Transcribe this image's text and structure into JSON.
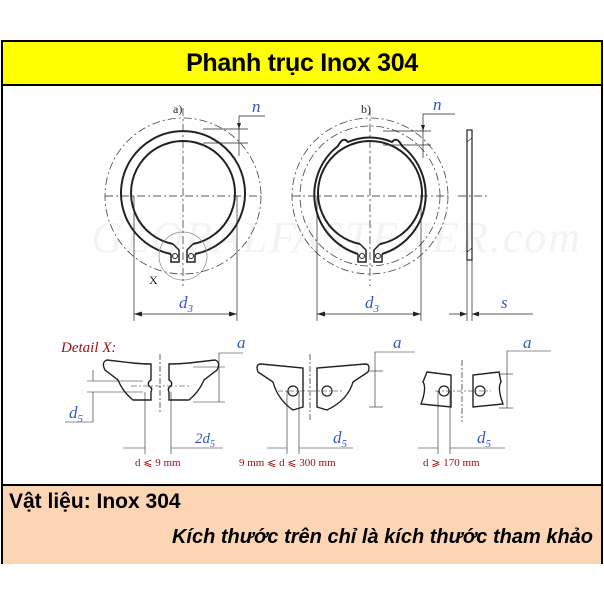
{
  "header": {
    "title": "Phanh trục Inox 304",
    "background_color": "#ffff00"
  },
  "drawing": {
    "watermark": "GLOBALFASTENER.com",
    "view_a": {
      "label": "a)",
      "dim_n": "n",
      "dim_d3": "d",
      "dim_d3_sub": "3",
      "detail_marker": "X"
    },
    "view_b": {
      "label": "b)",
      "dim_n": "n",
      "dim_d3": "d",
      "dim_d3_sub": "3"
    },
    "side_view": {
      "dim_s": "s"
    },
    "detail": {
      "title": "Detail X:",
      "title_color": "#a01010",
      "dim_color": "#3355cc",
      "panels": [
        {
          "dim_a": "a",
          "dim_d5_left": "d",
          "dim_d5_left_sub": "5",
          "dim_bottom": "2d",
          "dim_bottom_sub": "5",
          "range_label": "d ⩽ 9 mm"
        },
        {
          "dim_a": "a",
          "dim_bottom": "d",
          "dim_bottom_sub": "5",
          "range_label": "9 mm ⩽ d ⩽ 300 mm"
        },
        {
          "dim_a": "a",
          "dim_bottom": "d",
          "dim_bottom_sub": "5",
          "range_label": "d ⩾ 170 mm"
        }
      ]
    }
  },
  "footer": {
    "material": "Vật liệu: Inox 304",
    "note": "Kích thước trên chỉ là kích thước tham khảo",
    "background_color": "#fcd5b4"
  }
}
